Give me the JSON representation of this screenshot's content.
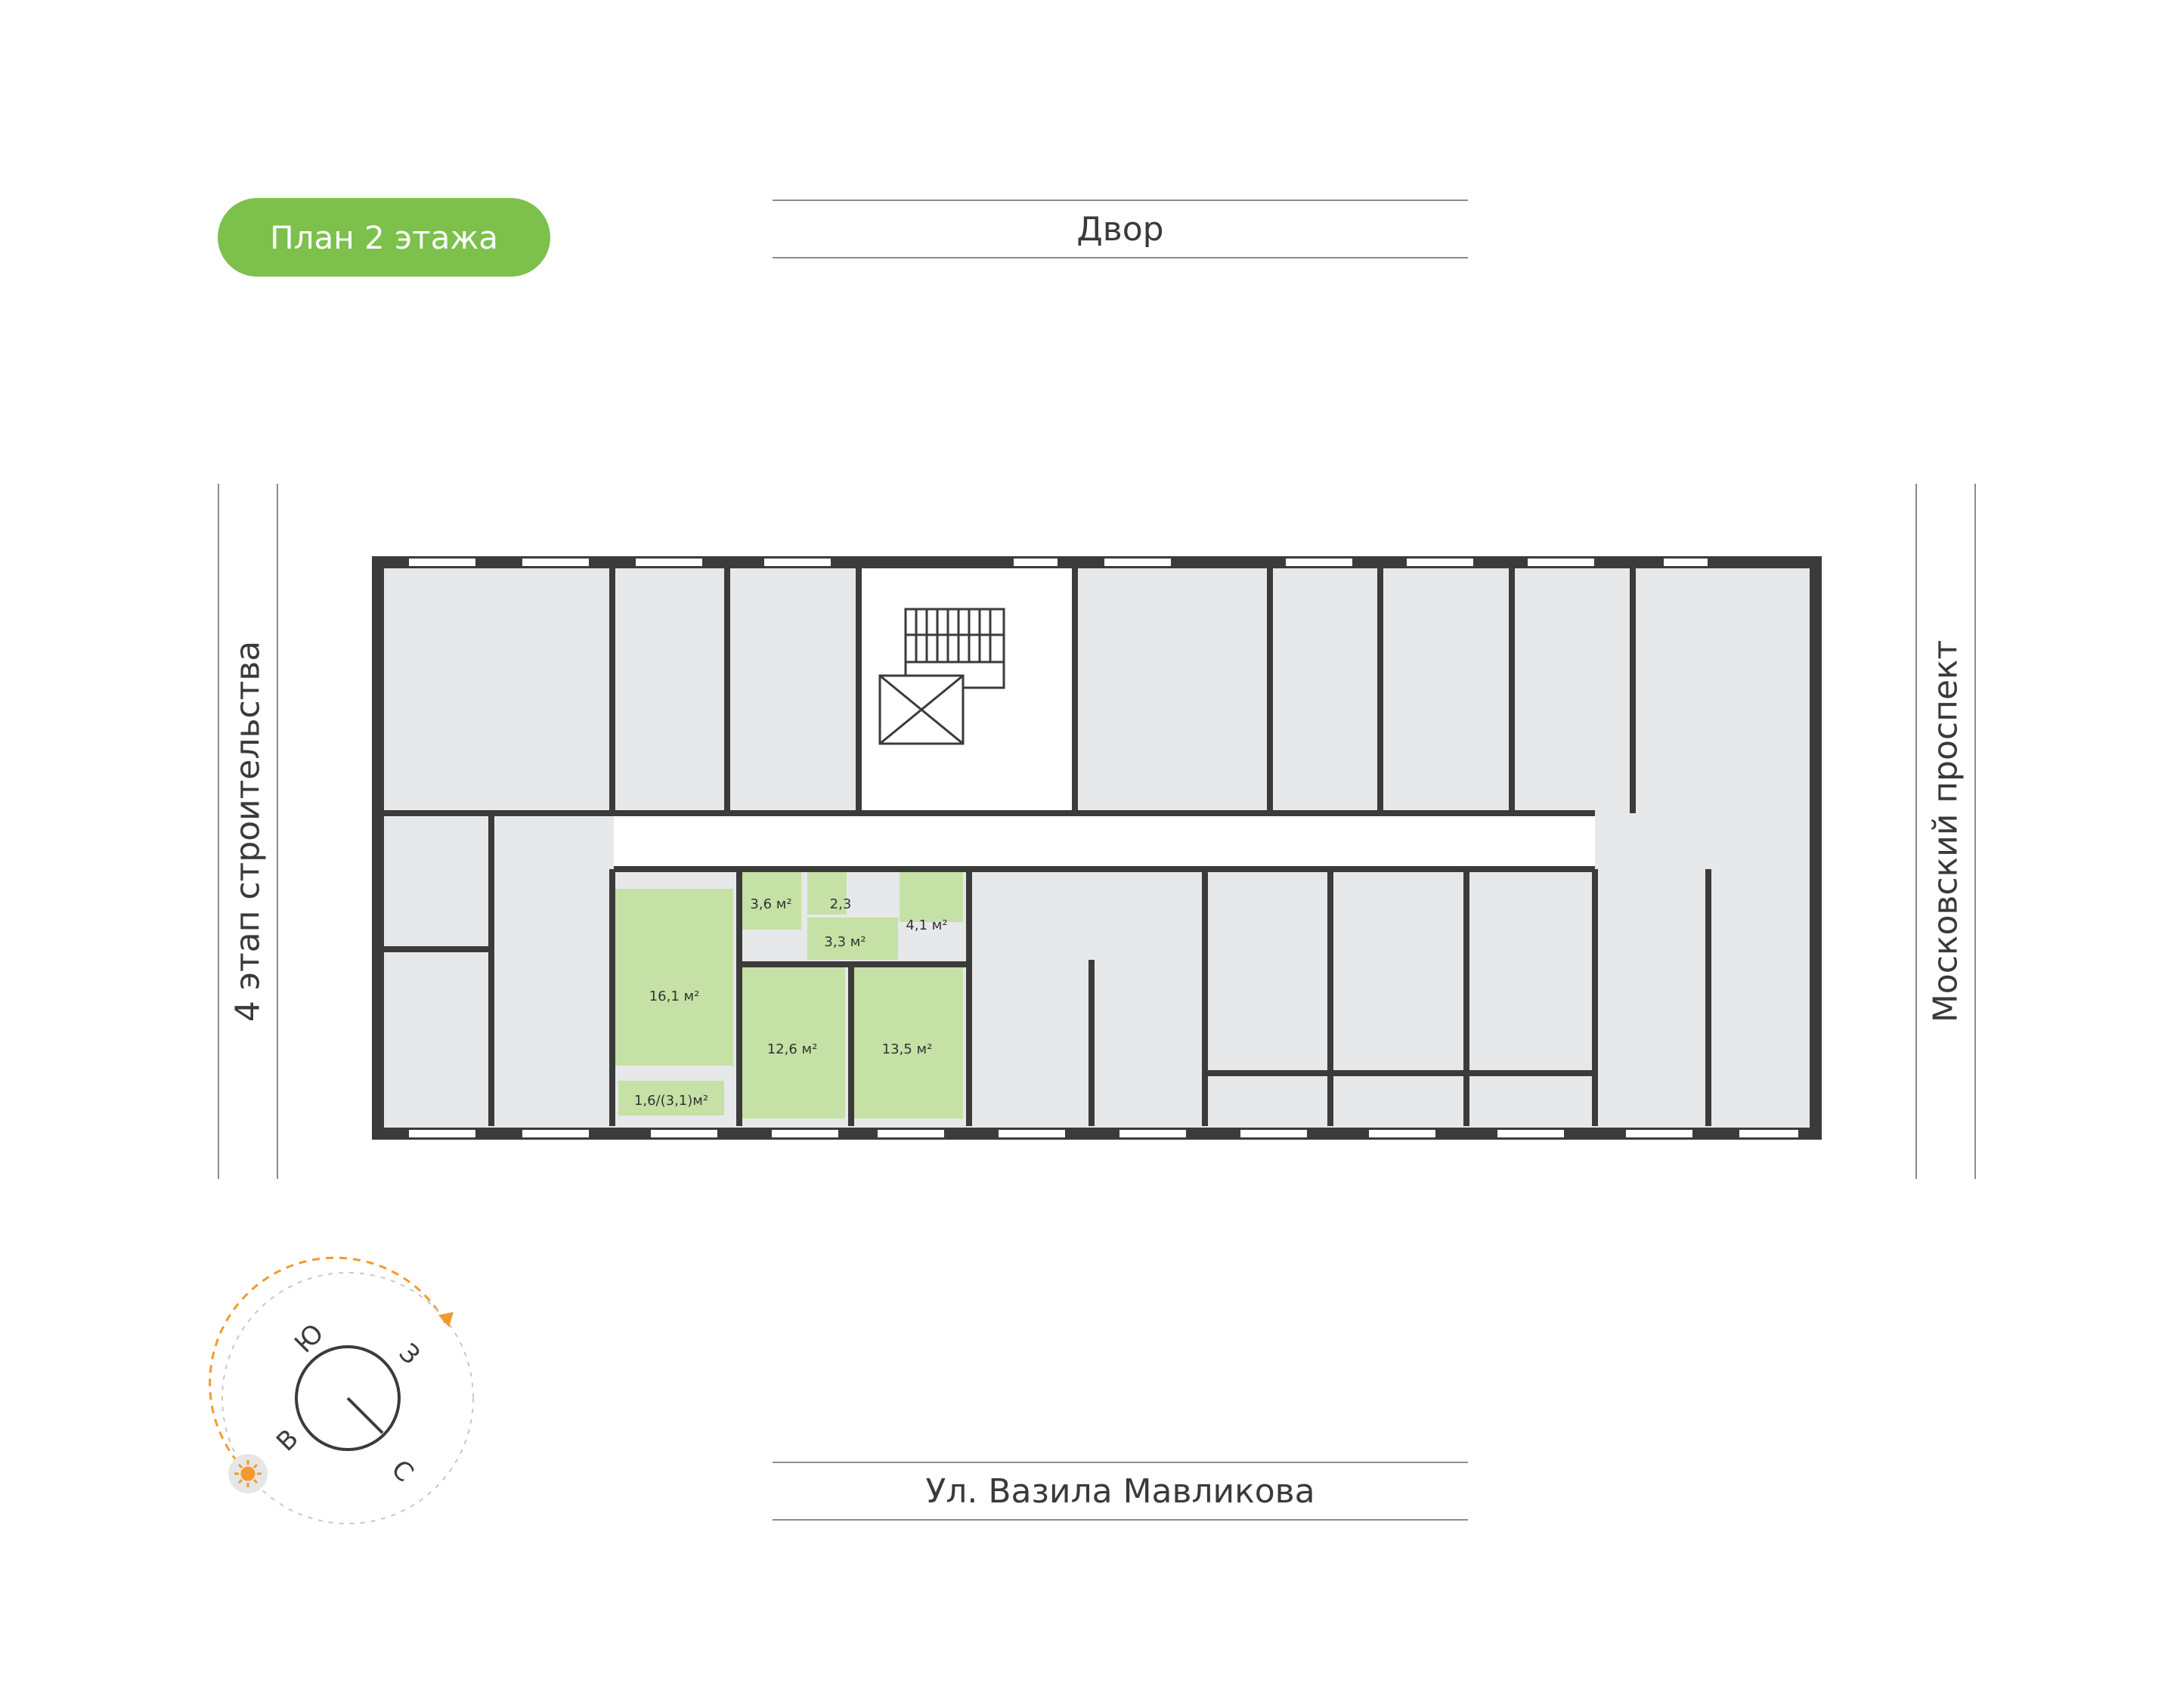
{
  "plan_badge": "План 2 этажа",
  "roads": {
    "top": "Двор",
    "bottom": "Ул. Вазила Мавликова",
    "left": "4 этап строительства",
    "right": "Московский проспект"
  },
  "apartment_rooms": {
    "kitchen": "16,1 м²",
    "room_1": "12,6 м²",
    "room_2": "13,5 м²",
    "bathroom": "3,6 м²",
    "wc": "2,3",
    "hall": "3,3 м²",
    "corridor": "4,1 м²",
    "balcony": "1,6/(3,1)м²"
  },
  "compass": {
    "north": "С",
    "south": "Ю",
    "east": "В",
    "west": "З"
  },
  "colors": {
    "accent_green": "#7dc04c",
    "highlight_green": "#c5e1a5",
    "room_gray": "#e7e8ea",
    "wall": "#3b3b3b",
    "sun_orange": "#f29a2e"
  }
}
